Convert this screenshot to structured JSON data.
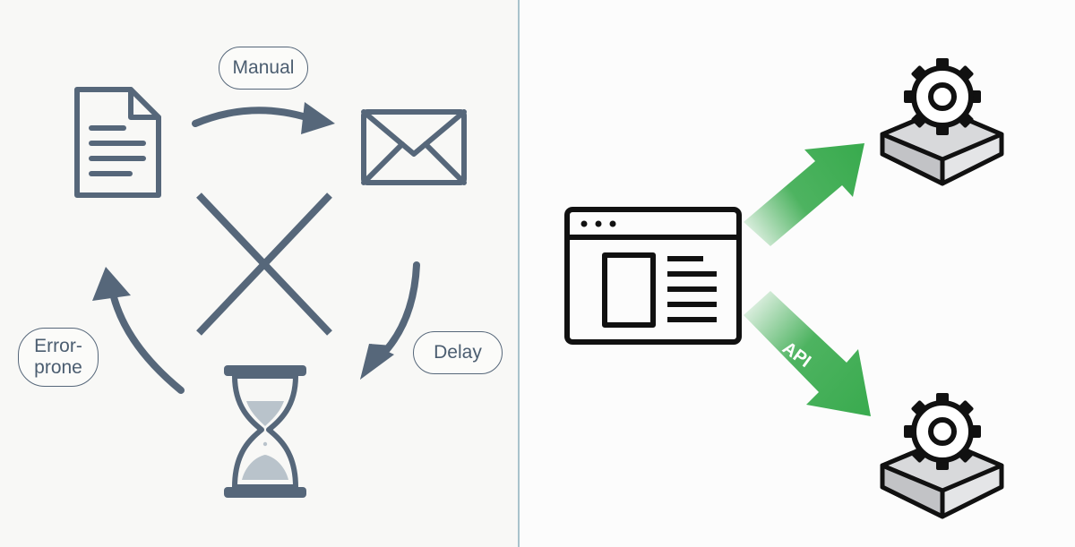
{
  "left": {
    "labels": {
      "manual": "Manual",
      "delay": "Delay",
      "error_prone": "Error-\nprone"
    },
    "icons": [
      "document-icon",
      "envelope-icon",
      "hourglass-icon",
      "cross-icon"
    ],
    "color": "#56677a"
  },
  "right": {
    "api_label": "API",
    "icons": [
      "browser-window-icon",
      "gear-server-icon"
    ],
    "arrow_color": "#3aab4f"
  }
}
